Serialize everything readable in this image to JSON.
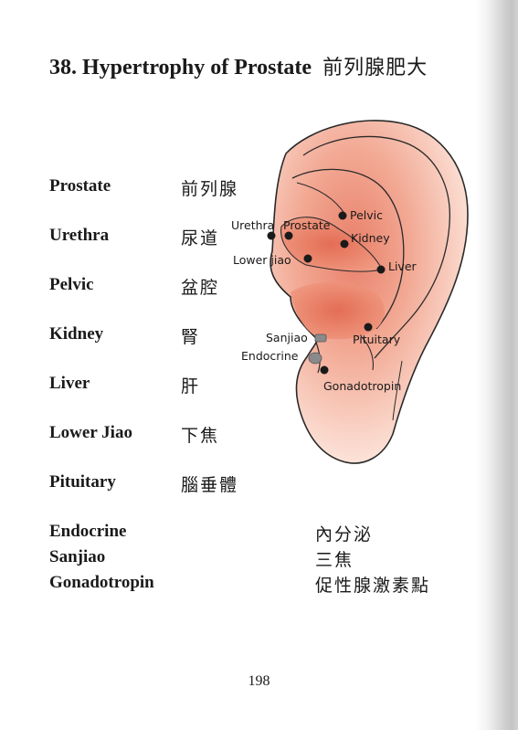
{
  "title": {
    "number_text": "38. Hypertrophy of Prostate",
    "chinese": "前列腺肥大"
  },
  "terms": [
    {
      "english": "Prostate",
      "chinese": "前列腺"
    },
    {
      "english": "Urethra",
      "chinese": "尿道"
    },
    {
      "english": "Pelvic",
      "chinese": "盆腔"
    },
    {
      "english": "Kidney",
      "chinese": "腎"
    },
    {
      "english": "Liver",
      "chinese": "肝"
    },
    {
      "english": "Lower Jiao",
      "chinese": "下焦"
    },
    {
      "english": "Pituitary",
      "chinese": "腦垂體"
    },
    {
      "english": "Endocrine",
      "chinese": "內分泌"
    },
    {
      "english": "Sanjiao",
      "chinese": "三焦"
    },
    {
      "english": "Gonadotropin",
      "chinese": "促性腺激素點"
    }
  ],
  "diagram_labels": {
    "pelvic": "Pelvic",
    "urethra": "Urethra",
    "prostate": "Prostate",
    "kidney": "Kidney",
    "lower_jiao": "Lower jiao",
    "liver": "Liver",
    "sanjiao": "Sanjiao",
    "pituitary": "Pituitary",
    "endocrine": "Endocrine",
    "gonadotropin": "Gonadotropin"
  },
  "colors": {
    "ear_fill_light": "#fbe3d8",
    "ear_fill_dark": "#e77a62",
    "ear_outline": "#2a2a2a",
    "point": "#1a1a1a"
  },
  "page_number": "198"
}
